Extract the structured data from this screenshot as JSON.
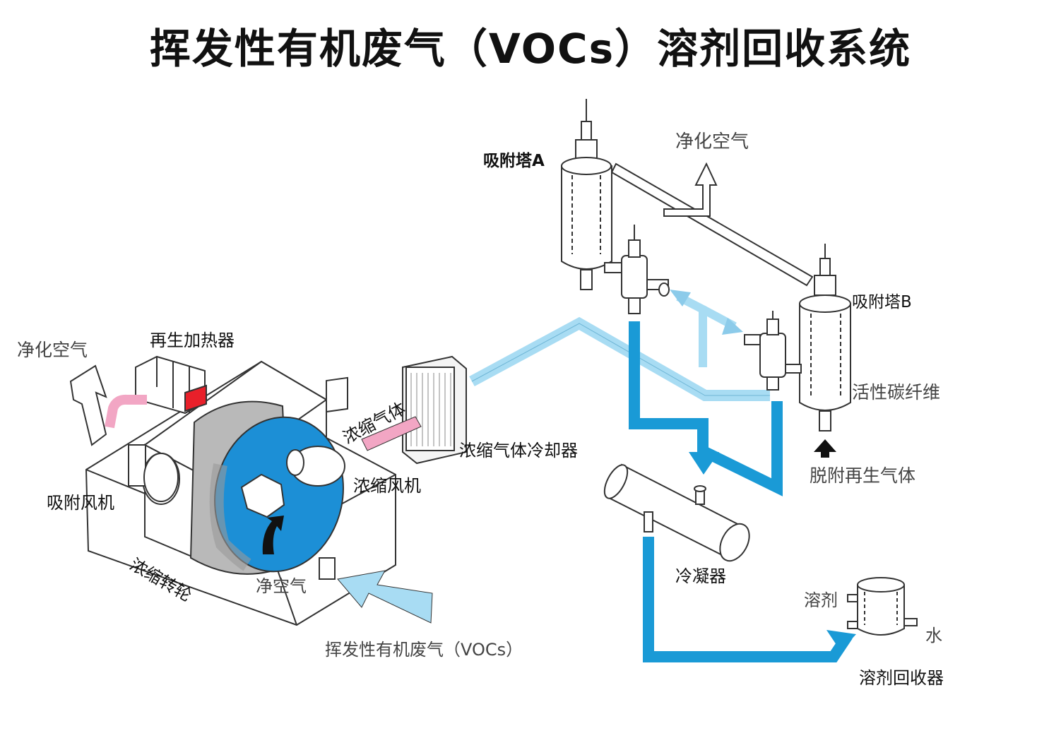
{
  "title": "挥发性有机废气（VOCs）溶剂回收系统",
  "labels": {
    "tower_a": "吸附塔A",
    "purified_air_top": "净化空气",
    "tower_b": "吸附塔B",
    "activated_carbon_fiber": "活性碳纤维",
    "desorption_gas": "脱附再生气体",
    "purified_air_left": "净化空气",
    "regen_heater": "再生加热器",
    "concentrated_gas": "浓缩气体",
    "concentrated_gas_cooler": "浓缩气体冷却器",
    "concentration_fan": "浓缩风机",
    "adsorption_fan": "吸附风机",
    "concentration_rotor": "浓缩转轮",
    "clean_air": "净空气",
    "voc_inlet": "挥发性有机废气（VOCs）",
    "condenser": "冷凝器",
    "solvent": "溶剂",
    "water": "水",
    "solvent_recovery": "溶剂回收器"
  },
  "colors": {
    "blue_pipe": "#1a9ad6",
    "light_blue_pipe": "#a8dcf3",
    "rotor_blue": "#1c8fd6",
    "rotor_grey": "#b9b9b9",
    "pink_duct": "#f2a6c4",
    "heater_red": "#e8202a",
    "outline": "#333333"
  }
}
